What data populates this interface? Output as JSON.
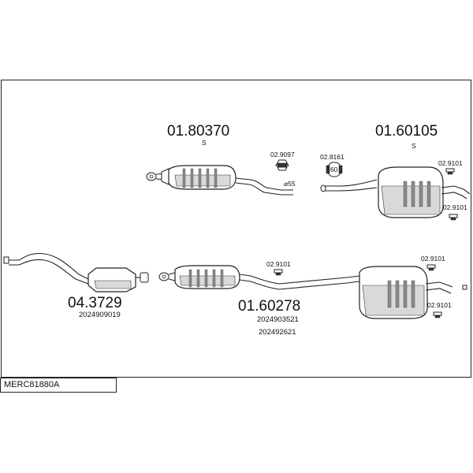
{
  "model_code": "MERC81880A",
  "parts": {
    "rear_section_front_muffler": {
      "number": "01.80370",
      "suffix": "S",
      "pipe_diameter_label": "⌀55",
      "clamp": "02.9097"
    },
    "rear_silencer_top": {
      "number": "01.60105",
      "suffix": "S",
      "ring": "02.8161",
      "hanger_top": "02.9101",
      "hanger_bottom": "02.9101",
      "ring_inner_label": "60"
    },
    "catalyst": {
      "number": "04.3729",
      "oem": "2024909019"
    },
    "centre_section": {
      "number": "01.60278",
      "oem_1": "2024903521",
      "oem_2": "202492621",
      "hanger": "02.9101"
    },
    "rear_silencer_bottom": {
      "hanger_top": "02.9101",
      "hanger_bottom": "02.9101"
    }
  },
  "colors": {
    "line": "#222222",
    "shade": "#d9d9d9",
    "rib": "#8a8a8a"
  }
}
